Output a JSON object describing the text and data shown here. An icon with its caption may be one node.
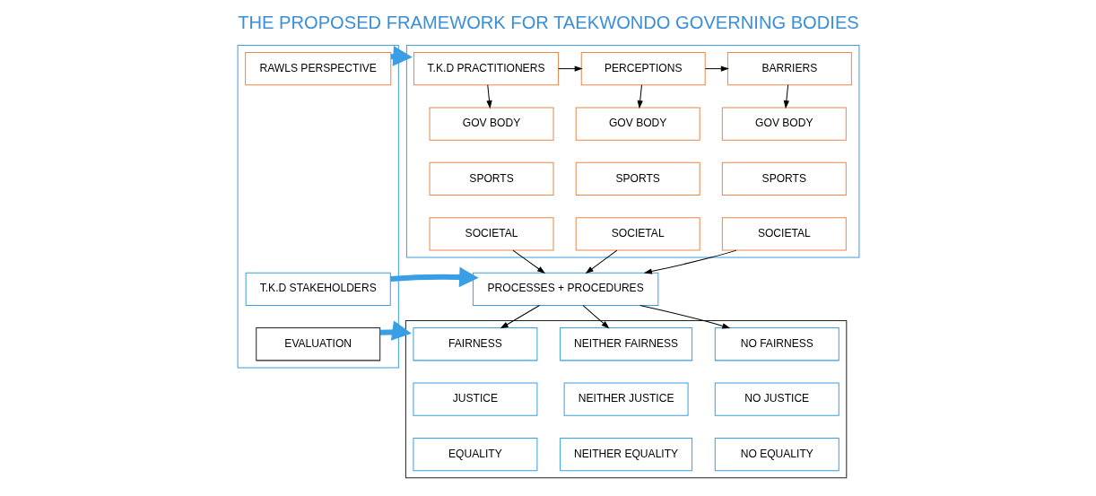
{
  "diagram": {
    "title": "THE PROPOSED FRAMEWORK FOR TAEKWONDO GOVERNING BODIES",
    "nodes": [
      {
        "text": [],
        "shape": "box"
      },
      {
        "text": [
          "RAWLS PERSPECTIVE"
        ],
        "in": 0
      },
      {
        "text": [
          "T.K.D STAKEHOLDERS"
        ],
        "in": 0
      },
      {
        "text": [
          "EVALUATION"
        ],
        "in": 0
      },
      {
        "text": [],
        "shape": "box"
      },
      {
        "text": [
          "T.K.D PRACTITIONERS"
        ],
        "in": 4
      },
      {
        "text": [
          "PERCEPTIONS"
        ],
        "in": 4
      },
      {
        "text": [
          "BARRIERS"
        ],
        "in": 4
      },
      {
        "text": [
          "GOV BODY"
        ],
        "in": 4
      },
      {
        "text": [
          "SPORTS"
        ],
        "in": 4
      },
      {
        "text": [
          "SOCIETAL"
        ],
        "in": 4
      },
      {
        "text": [
          "GOV BODY"
        ],
        "in": 4
      },
      {
        "text": [
          "SPORTS"
        ],
        "in": 4
      },
      {
        "text": [
          "SOCIETAL"
        ],
        "in": 4
      },
      {
        "text": [
          "GOV BODY"
        ],
        "in": 4
      },
      {
        "text": [
          "SPORTS"
        ],
        "in": 4
      },
      {
        "text": [
          "SOCIETAL"
        ],
        "in": 4
      },
      {
        "text": [
          "PROCESSES + PROCEDURES"
        ]
      },
      {
        "text": [],
        "shape": "box"
      },
      {
        "text": [
          "FAIRNESS"
        ],
        "in": 18
      },
      {
        "text": [
          "JUSTICE"
        ],
        "in": 18
      },
      {
        "text": [
          "EQUALITY"
        ],
        "in": 18
      },
      {
        "text": [
          "NEITHER FAIRNESS"
        ],
        "in": 18
      },
      {
        "text": [
          "NEITHER JUSTICE"
        ],
        "in": 18
      },
      {
        "text": [
          "NEITHER EQUALITY"
        ],
        "in": 18
      },
      {
        "text": [
          "NO FAIRNESS"
        ],
        "in": 18
      },
      {
        "text": [
          "NO JUSTICE"
        ],
        "in": 18
      },
      {
        "text": [
          "NO EQUALITY"
        ],
        "in": 18
      }
    ],
    "edges": [
      {
        "from": 1,
        "to": 4,
        "arrow": "to",
        "style": "thick",
        "color": "#3a9ee4"
      },
      {
        "from": 2,
        "to": 17,
        "arrow": "to",
        "style": "thick",
        "color": "#3a9ee4"
      },
      {
        "from": 3,
        "to": 18,
        "arrow": "to",
        "style": "thick",
        "color": "#3a9ee4"
      },
      {
        "from": 5,
        "to": 6,
        "arrow": "to"
      },
      {
        "from": 6,
        "to": 7,
        "arrow": "to"
      },
      {
        "from": 5,
        "to": 8,
        "arrow": "to"
      },
      {
        "from": 6,
        "to": 11,
        "arrow": "to"
      },
      {
        "from": 7,
        "to": 14,
        "arrow": "to"
      },
      {
        "from": 10,
        "to": 17,
        "arrow": "to"
      },
      {
        "from": 13,
        "to": 17,
        "arrow": "to"
      },
      {
        "from": 16,
        "to": 17,
        "arrow": "to"
      },
      {
        "from": 17,
        "to": 19,
        "arrow": "to"
      },
      {
        "from": 17,
        "to": 22,
        "arrow": "to"
      },
      {
        "from": 17,
        "to": 25,
        "arrow": "to"
      }
    ]
  }
}
